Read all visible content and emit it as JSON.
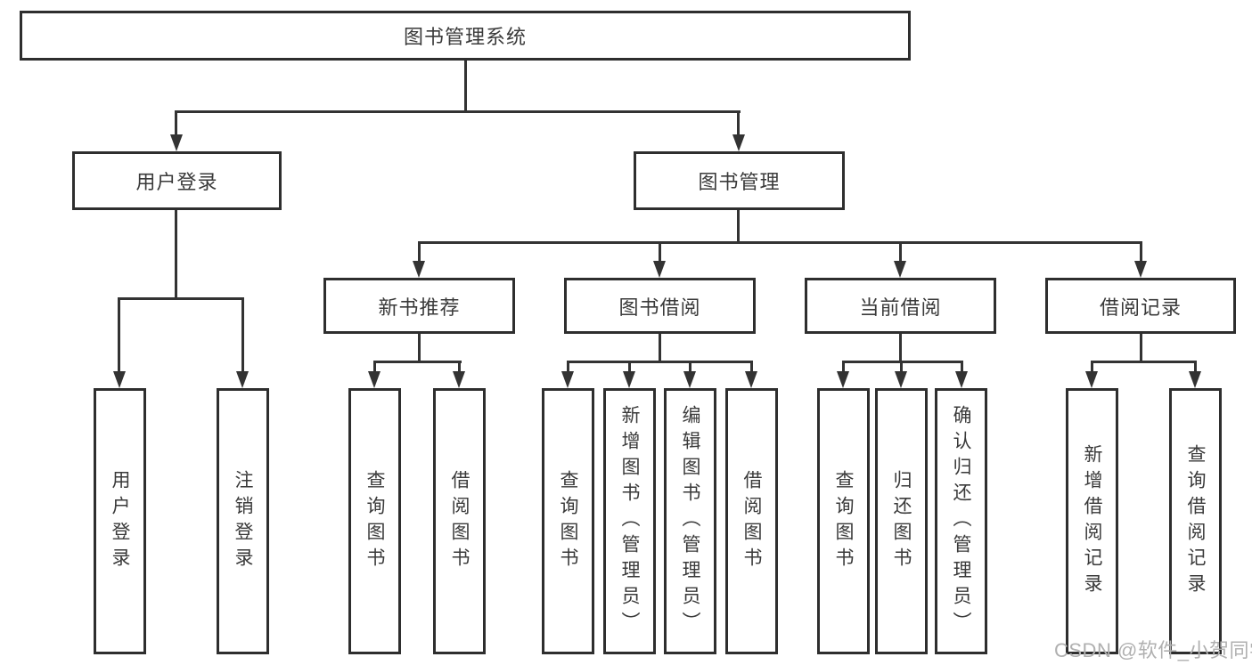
{
  "diagram": {
    "root": {
      "label": "图书管理系统"
    },
    "level2": {
      "user_login": {
        "label": "用户登录"
      },
      "book_management": {
        "label": "图书管理"
      }
    },
    "user_login_children": {
      "login": {
        "label": "用户登录"
      },
      "logout": {
        "label": "注销登录"
      }
    },
    "level3": {
      "new_book_recommend": {
        "label": "新书推荐"
      },
      "book_borrowing": {
        "label": "图书借阅"
      },
      "current_borrowing": {
        "label": "当前借阅"
      },
      "borrowing_records": {
        "label": "借阅记录"
      }
    },
    "new_book_recommend_children": {
      "query_books": {
        "label": "查询图书"
      },
      "borrow_books": {
        "label": "借阅图书"
      }
    },
    "book_borrowing_children": {
      "query_books": {
        "label": "查询图书"
      },
      "add_books_admin": {
        "label": "新增图书（管理员）"
      },
      "edit_books_admin": {
        "label": "编辑图书（管理员）"
      },
      "borrow_books": {
        "label": "借阅图书"
      }
    },
    "current_borrowing_children": {
      "query_books": {
        "label": "查询图书"
      },
      "return_books": {
        "label": "归还图书"
      },
      "confirm_return_admin": {
        "label": "确认归还（管理员）"
      }
    },
    "borrowing_records_children": {
      "add_borrow_record": {
        "label": "新增借阅记录"
      },
      "query_borrow_record": {
        "label": "查询借阅记录"
      }
    }
  },
  "watermark": {
    "text": "CSDN @软件_小贺同学"
  },
  "colors": {
    "line": "#333333",
    "box_border": "#2e2e2e",
    "box_fill": "#ffffff",
    "text": "#3a3a3a",
    "watermark": "#b0b0b0",
    "background": "#ffffff"
  }
}
